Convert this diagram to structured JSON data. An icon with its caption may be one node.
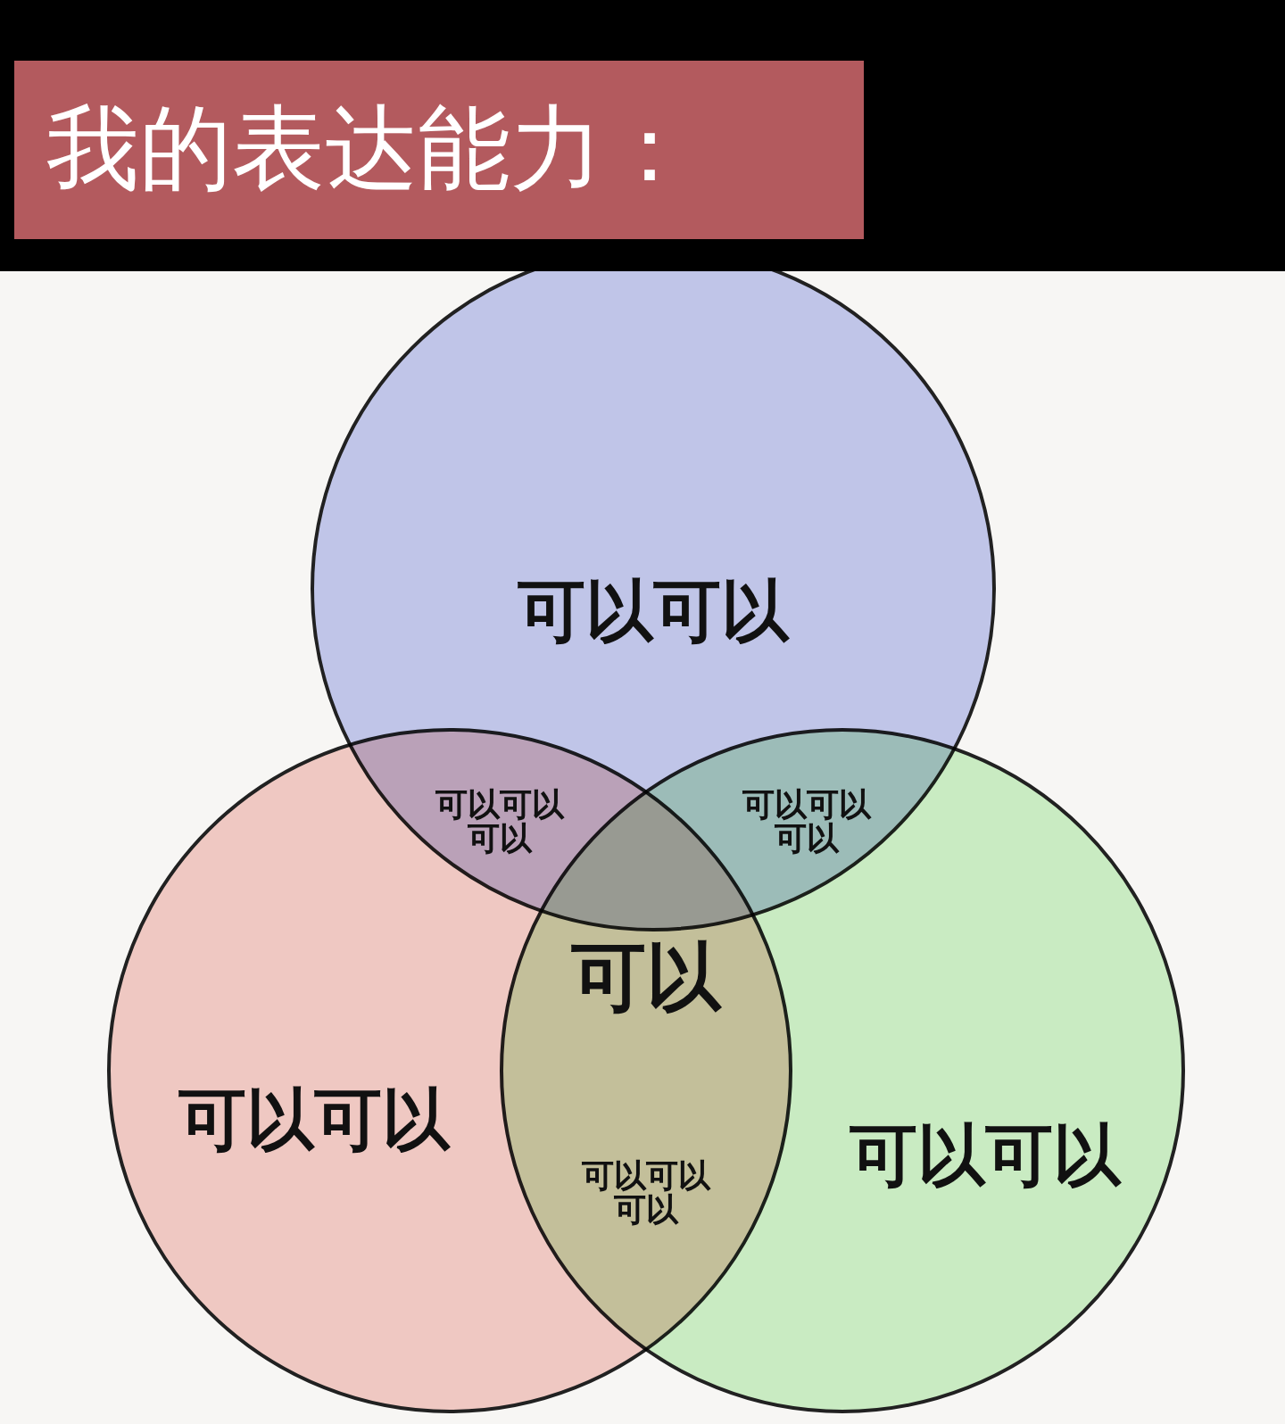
{
  "diagram": {
    "title": "我的表达能力：",
    "nodes": [
      {
        "text": [
          "可以可以"
        ]
      },
      {
        "text": [
          "可以可以"
        ]
      },
      {
        "text": [
          "可以可以"
        ]
      }
    ],
    "labels": [
      "可以可以可以",
      "可以可以可以",
      "可以",
      "可以可以可以"
    ]
  }
}
